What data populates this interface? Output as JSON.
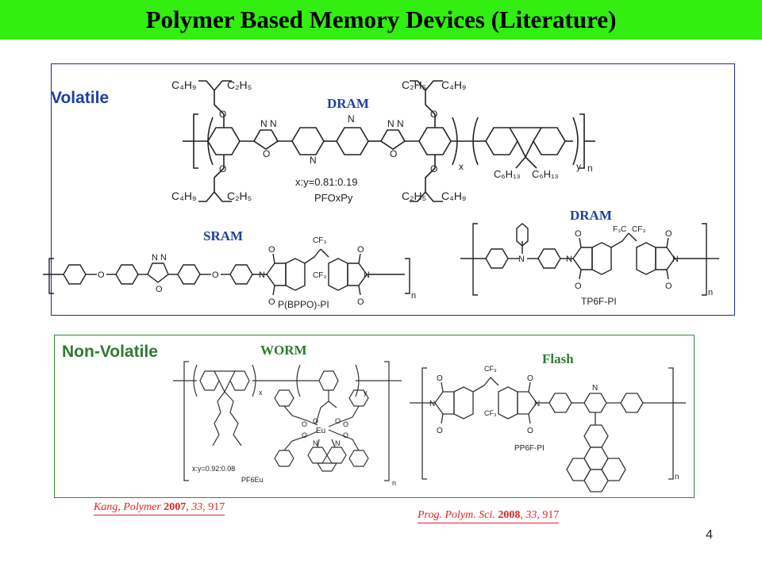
{
  "slide": {
    "title": "Polymer Based Memory Devices (Literature)",
    "page_number": "4"
  },
  "volatile": {
    "label": "Volatile",
    "dram1": {
      "tag": "DRAM",
      "name": "PFOxPy",
      "ratio": "x:y=0.81:0.19"
    },
    "sram": {
      "tag": "SRAM",
      "name": "P(BPPO)-PI"
    },
    "dram2": {
      "tag": "DRAM",
      "name": "TP6F-PI"
    }
  },
  "nonvolatile": {
    "label": "Non-Volatile",
    "worm": {
      "tag": "WORM",
      "name": "PF6Eu",
      "ratio": "x:y=0.92:0.08"
    },
    "flash": {
      "tag": "Flash",
      "name": "PP6F-PI"
    }
  },
  "references": {
    "ref1": {
      "authors": "Kang, ",
      "journal": "Polymer",
      "year": " 2007",
      "volume": "33",
      "pages": "917",
      "sep": ", "
    },
    "ref2": {
      "journal": "Prog. Polym. Sci.",
      "year": " 2008",
      "volume": "33",
      "pages": "917",
      "sep": ", "
    }
  },
  "colors": {
    "title_bar": "#33ee11",
    "volatile_text": "#1f3fa0",
    "nonvolatile_text": "#2f7a35",
    "reference": "#e32222"
  }
}
